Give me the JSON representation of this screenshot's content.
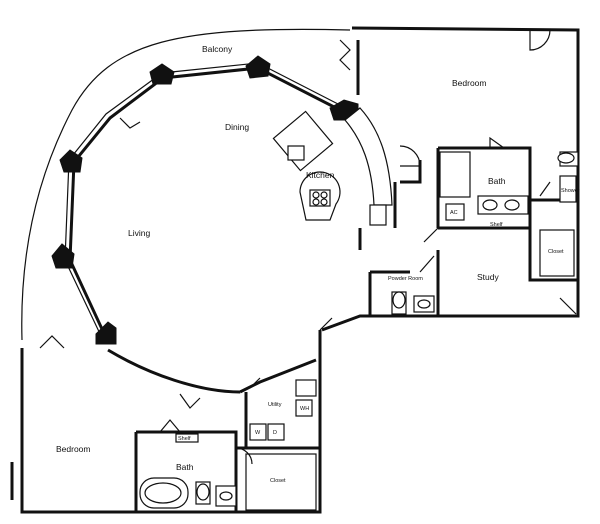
{
  "rooms": {
    "balcony": "Balcony",
    "dining": "Dining",
    "kitchen": "Kitchen",
    "living": "Living",
    "bedroom_main": "Bedroom",
    "bath_main": "Bath",
    "shower": "Shower",
    "closet_main": "Closet",
    "study": "Study",
    "powder_room": "Powder Room",
    "bedroom_second": "Bedroom",
    "bath_second": "Bath",
    "closet_second": "Closet",
    "utility": "Utility"
  },
  "fixtures": {
    "shelf_main": "Shelf",
    "shelf_second": "Shelf",
    "ac": "AC",
    "washer": "W",
    "dryer": "D",
    "water_heater": "WH"
  }
}
